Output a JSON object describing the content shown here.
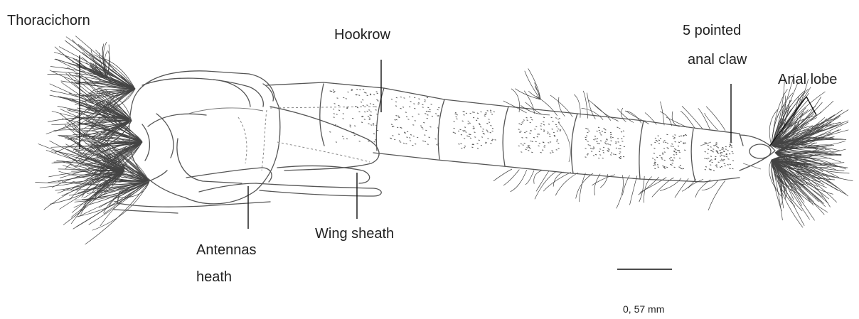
{
  "labels": {
    "thoracic_horn": "Thoracichorn",
    "hook_row": "Hookrow",
    "anal_claw_line1": "5 pointed",
    "anal_claw_line2": "anal claw",
    "anal_lobe": "Anal lobe",
    "antenna_sheath_line1": "Antennas",
    "antenna_sheath_line2": "heath",
    "wing_sheath": "Wing sheath"
  },
  "scale_bar": {
    "text": "0, 57 mm"
  }
}
